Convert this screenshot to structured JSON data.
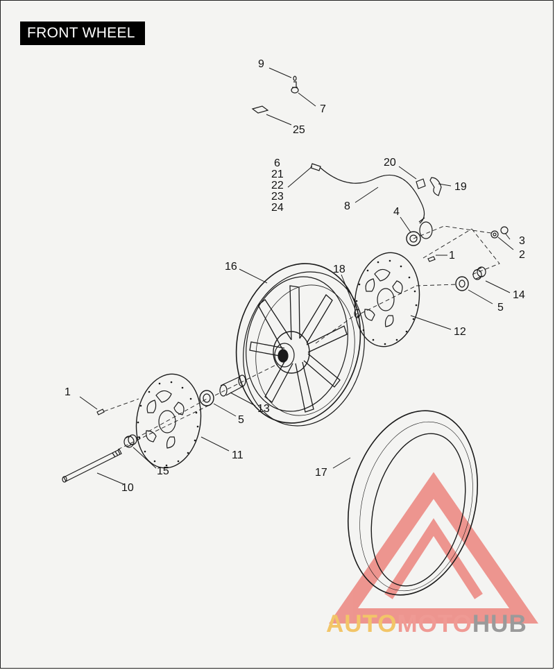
{
  "title": "FRONT WHEEL",
  "callouts": {
    "c9": "9",
    "c7": "7",
    "c25": "25",
    "c6": "6",
    "c21": "21",
    "c22": "22",
    "c23": "23",
    "c24": "24",
    "c8": "8",
    "c20": "20",
    "c19": "19",
    "c4": "4",
    "c3": "3",
    "c2": "2",
    "c1a": "1",
    "c14": "14",
    "c5a": "5",
    "c16": "16",
    "c18": "18",
    "c12": "12",
    "c1b": "1",
    "c13": "13",
    "c5b": "5",
    "c11": "11",
    "c15": "15",
    "c10": "10",
    "c17": "17"
  },
  "watermark": {
    "part1": "AUTO",
    "part2": "MOTO",
    "part3": "HUB"
  },
  "colors": {
    "line": "#1a1a1a",
    "logo_red": "#e8483f",
    "logo_gold": "#f2c568",
    "logo_gray": "#9a9a9a"
  }
}
